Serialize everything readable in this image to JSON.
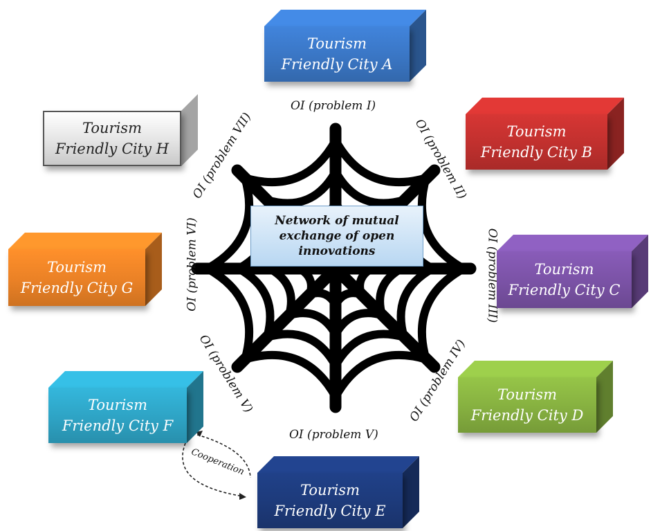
{
  "center": {
    "line1": "Network of mutual",
    "line2": "exchange of open",
    "line3": "innovations"
  },
  "cities": [
    {
      "id": "A",
      "line1": "Tourism",
      "line2": "Friendly City A",
      "color": "#3a76c4"
    },
    {
      "id": "B",
      "line1": "Tourism",
      "line2": "Friendly City B",
      "color": "#c0302e"
    },
    {
      "id": "C",
      "line1": "Tourism",
      "line2": "Friendly City C",
      "color": "#7a52a5"
    },
    {
      "id": "D",
      "line1": "Tourism",
      "line2": "Friendly City D",
      "color": "#86b040"
    },
    {
      "id": "E",
      "line1": "Tourism",
      "line2": "Friendly City E",
      "color": "#1d3a7a"
    },
    {
      "id": "F",
      "line1": "Tourism",
      "line2": "Friendly City F",
      "color": "#2ea3c4"
    },
    {
      "id": "G",
      "line1": "Tourism",
      "line2": "Friendly City G",
      "color": "#ea8126"
    },
    {
      "id": "H",
      "line1": "Tourism",
      "line2": "Friendly City H",
      "color": "#e4e4e4"
    }
  ],
  "oi_labels": {
    "top": "OI (problem I)",
    "top_right": "OI (problem II)",
    "right": "OI (problem III)",
    "bottom_right": "OI (problem IV)",
    "bottom": "OI (problem V)",
    "bottom_left": "OI (problem V)",
    "left": "OI (problem VI)",
    "top_left": "OI (problem VII)"
  },
  "cooperation": "Cooperation"
}
